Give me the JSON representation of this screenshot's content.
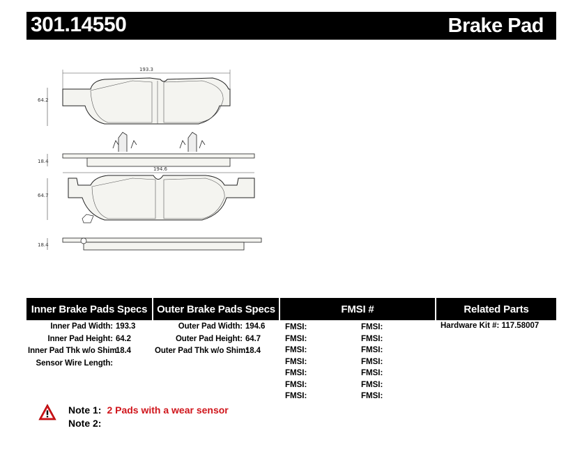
{
  "header": {
    "part_number": "301.14550",
    "product_type": "Brake Pad"
  },
  "drawing": {
    "inner_width_dim": "193.3",
    "inner_height_dim": "64.2",
    "inner_thk_dim": "18.4",
    "outer_width_dim": "194.6",
    "outer_height_dim": "64.7",
    "outer_thk_dim": "18.4"
  },
  "sections": {
    "inner_title": "Inner Brake Pads Specs",
    "outer_title": "Outer Brake Pads Specs",
    "fmsi_title": "FMSI #",
    "related_title": "Related Parts"
  },
  "inner_specs": [
    {
      "label": "Inner Pad Width:",
      "value": "193.3"
    },
    {
      "label": "Inner Pad Height:",
      "value": "64.2"
    },
    {
      "label": "Inner Pad Thk w/o Shim:",
      "value": "18.4"
    },
    {
      "label": "Sensor Wire Length:",
      "value": ""
    }
  ],
  "outer_specs": [
    {
      "label": "Outer Pad Width:",
      "value": "194.6"
    },
    {
      "label": "Outer Pad Height:",
      "value": "64.7"
    },
    {
      "label": "Outer Pad Thk w/o Shim:",
      "value": "18.4"
    }
  ],
  "fmsi": {
    "left": [
      "FMSI:",
      "FMSI:",
      "FMSI:",
      "FMSI:",
      "FMSI:",
      "FMSI:",
      "FMSI:"
    ],
    "right": [
      "FMSI:",
      "FMSI:",
      "FMSI:",
      "FMSI:",
      "FMSI:",
      "FMSI:",
      "FMSI:"
    ]
  },
  "related": {
    "label": "Hardware Kit #:",
    "value": "117.58007"
  },
  "notes": [
    {
      "label": "Note 1:",
      "text": "2 Pads with a wear sensor"
    },
    {
      "label": "Note 2:",
      "text": ""
    }
  ],
  "colors": {
    "header_bg": "#000000",
    "note_text": "#d0151b",
    "warning_red": "#d0151b"
  },
  "icons": {
    "warning": "warning-triangle-icon"
  }
}
